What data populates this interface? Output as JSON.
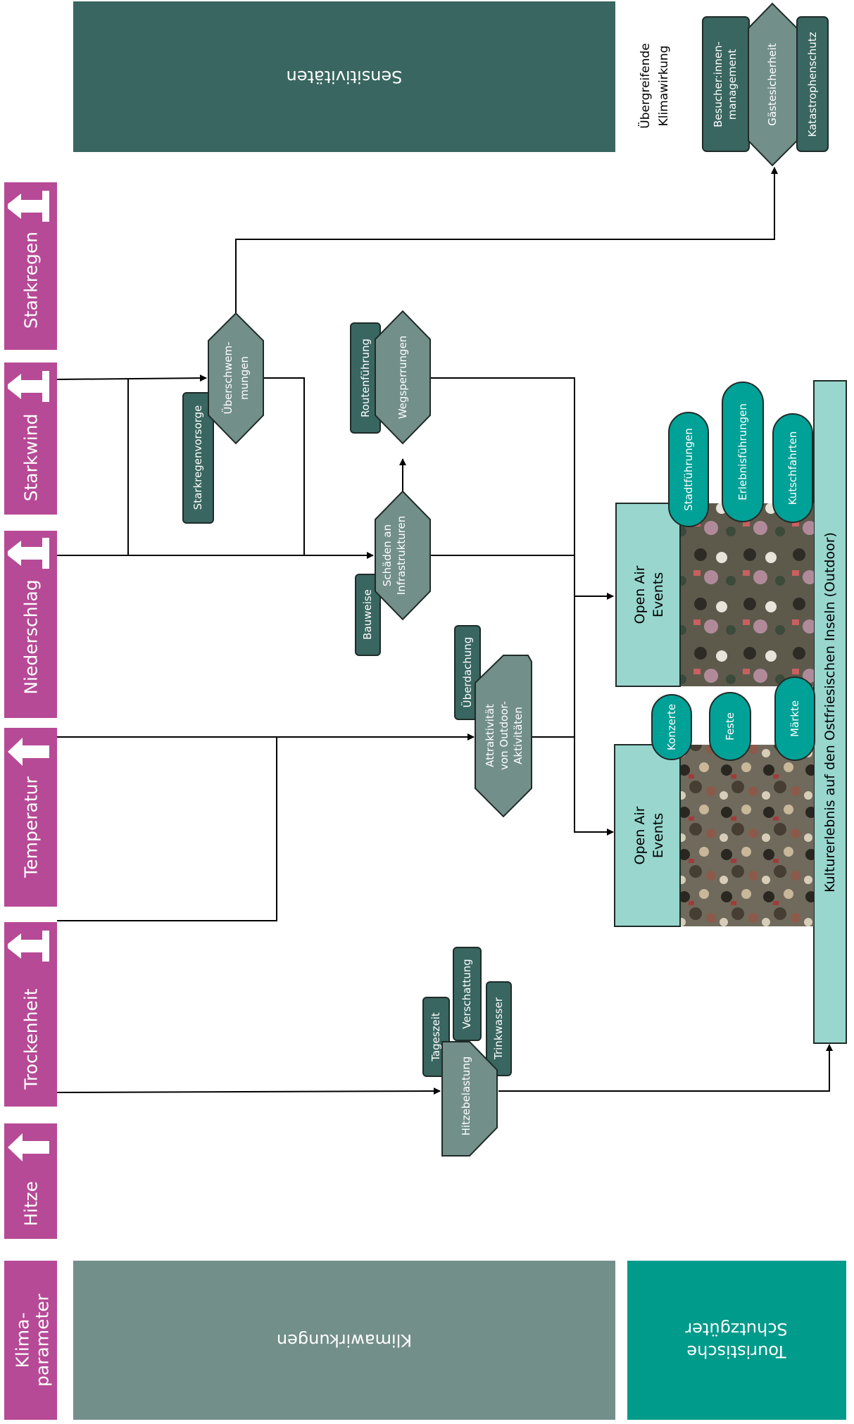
{
  "colors": {
    "magenta": "#b64a96",
    "dark_green": "#396660",
    "mid_gray_green": "#738f8a",
    "teal": "#009b8b",
    "light_teal": "#98d6ce",
    "bright_teal": "#00a196",
    "arrow": "#000000"
  },
  "climate_parameters": [
    {
      "id": "hitze",
      "label": "Hitze",
      "trend": "up-arrow-icon"
    },
    {
      "id": "trockenheit",
      "label": "Trockenheit",
      "trend": "up-down-arrow-icon"
    },
    {
      "id": "temperatur",
      "label": "Temperatur",
      "trend": "up-arrow-icon"
    },
    {
      "id": "niederschlag",
      "label": "Niederschlag",
      "trend": "up-down-arrow-icon"
    },
    {
      "id": "starkwind",
      "label": "Starkwind",
      "trend": "up-down-arrow-icon"
    },
    {
      "id": "starkregen",
      "label": "Starkregen",
      "trend": "up-down-arrow-icon"
    }
  ],
  "bottom_legend": {
    "klima_param": "Klima-\nparameter",
    "klima_param_l1": "Klima-",
    "klima_param_l2": "parameter",
    "klimawirkungen": "Klimawirkungen",
    "touristische_l1": "Touristische",
    "touristische_l2": "Schutzgüter"
  },
  "top_legend": {
    "sensitivitaeten": "Sensitivitäten",
    "uebergreifend_l1": "Übergreifende",
    "uebergreifend_l2": "Klimawirkung"
  },
  "impacts": {
    "hitzebelastung": "Hitzebelastung",
    "attraktivitaet_l1": "Attraktivität",
    "attraktivitaet_l2": "von Outdoor-",
    "attraktivitaet_l3": "Aktivitäten",
    "schaeden_l1": "Schäden an",
    "schaeden_l2": "Infrastrukturen",
    "wegsperrungen": "Wegsperrungen",
    "ueberschwem_l1": "Überschwem-",
    "ueberschwem_l2": "mungen",
    "gaestesicherheit": "Gästesicherheit"
  },
  "sensitivities": {
    "tageszeit": "Tageszeit",
    "verschattung": "Verschattung",
    "trinkwasser": "Trinkwasser",
    "ueberdachung": "Überdachung",
    "bauweise": "Bauweise",
    "routenfuehrung": "Routenführung",
    "starkregenvorsorge": "Starkregenvorsorge",
    "besucher_l1": "Besucher:innen-",
    "besucher_l2": "management",
    "katastrophenschutz": "Katastrophenschutz"
  },
  "assets": {
    "main": "Kulturerlebnis auf den Ostfriesischen Inseln (Outdoor)",
    "event1_l1": "Open Air",
    "event1_l2": "Events",
    "event2_l1": "Open Air",
    "event2_l2": "Events",
    "event1_tags": [
      "Konzerte",
      "Feste",
      "Märkte"
    ],
    "event2_tags": [
      "Stadtführungen",
      "Erlebnisführungen",
      "Kutschfahrten"
    ]
  }
}
